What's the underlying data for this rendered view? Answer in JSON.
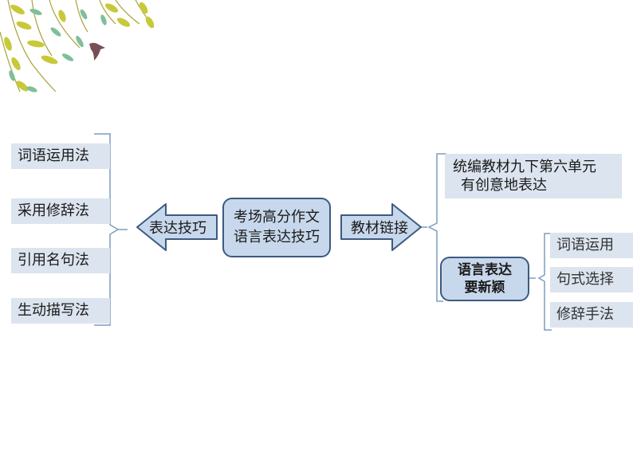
{
  "center": {
    "line1": "考场高分作文",
    "line2": "语言表达技巧"
  },
  "left_branch": {
    "label": "表达技巧",
    "items": [
      "词语运用法",
      "采用修辞法",
      "引用名句法",
      "生动描写法"
    ]
  },
  "right_branch": {
    "label": "教材链接",
    "textbook": {
      "line1": "统编教材九下第六单元",
      "line2": "有创意地表达"
    },
    "sub_node": {
      "line1": "语言表达",
      "line2": "要新颖"
    },
    "sub_items": [
      "词语运用",
      "句式选择",
      "修辞手法"
    ]
  },
  "colors": {
    "node_fill": "#c8d8ec",
    "node_border": "#3d5a80",
    "leaf_fill": "#dce4ef",
    "bracket": "#7f9cc0"
  },
  "decoration": {
    "icon": "willow-branches-and-swallow"
  }
}
